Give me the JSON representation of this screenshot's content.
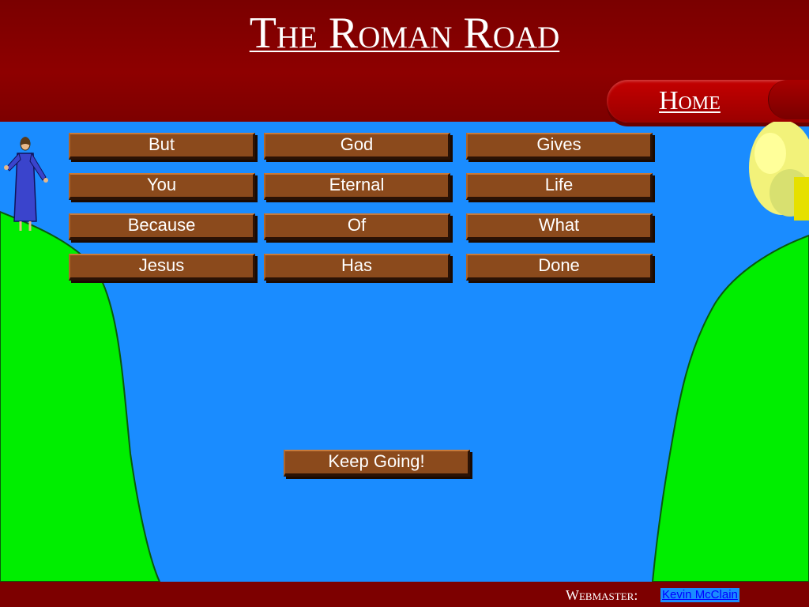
{
  "header": {
    "title": "The Roman Road"
  },
  "nav": {
    "home_label": "Home"
  },
  "words": {
    "row1": [
      "But",
      "God",
      "Gives"
    ],
    "row2": [
      "You",
      "Eternal",
      "Life"
    ],
    "row3": [
      "Because",
      "Of",
      "What"
    ],
    "row4": [
      "Jesus",
      "Has",
      "Done"
    ]
  },
  "actions": {
    "keep_going_label": "Keep Going!"
  },
  "footer": {
    "webmaster_label": "Webmaster:",
    "author_name": "Kevin McClain"
  },
  "colors": {
    "sky": "#1a8cff",
    "grass": "#00ee00",
    "header": "#8e0000",
    "plank": "#8b4a1c"
  }
}
